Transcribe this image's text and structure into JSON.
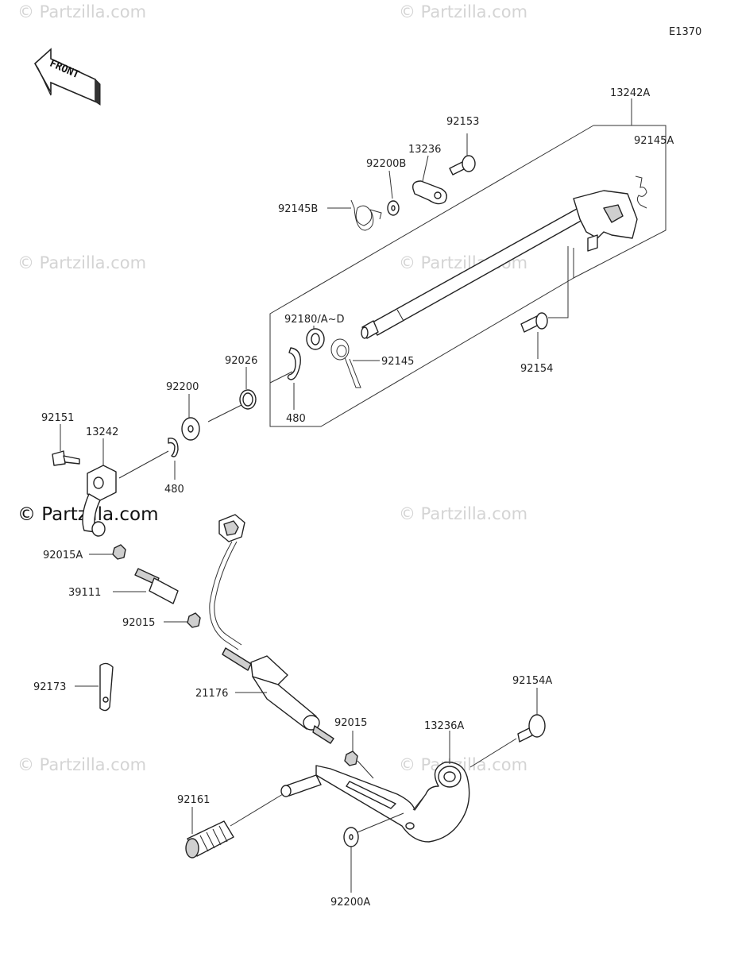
{
  "diagram_code": "E1370",
  "front_arrow_text": "FRONT",
  "watermark_text": "© Partzilla.com",
  "brand_text": "© Partzilla.com",
  "labels": {
    "p13242A": "13242A",
    "p92153": "92153",
    "p92145A": "92145A",
    "p13236": "13236",
    "p92200B": "92200B",
    "p92145B": "92145B",
    "p92180": "92180/A~D",
    "p92145": "92145",
    "p92154": "92154",
    "p92026": "92026",
    "p480a": "480",
    "p92200": "92200",
    "p92151": "92151",
    "p13242": "13242",
    "p480b": "480",
    "p92015A": "92015A",
    "p39111": "39111",
    "p92015a": "92015",
    "p92173": "92173",
    "p21176": "21176",
    "p92154A": "92154A",
    "p92015b": "92015",
    "p13236A": "13236A",
    "p92161": "92161",
    "p92200A": "92200A"
  }
}
